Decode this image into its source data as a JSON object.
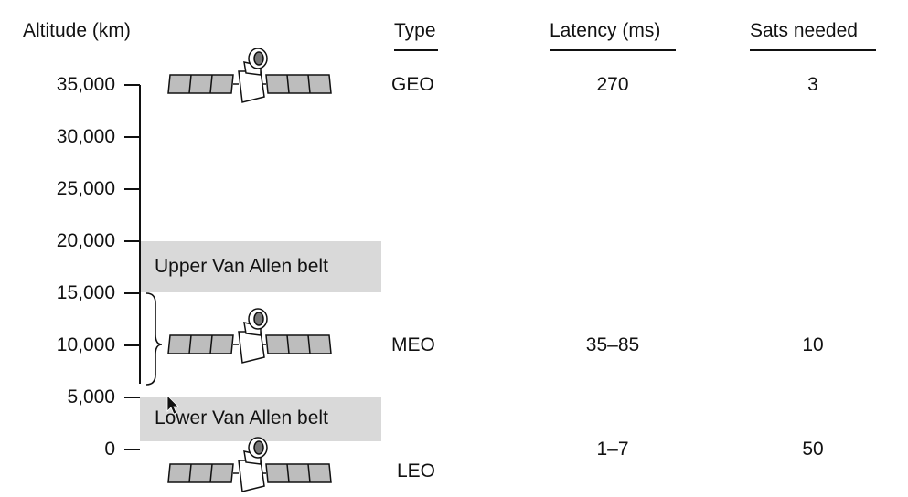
{
  "axis_title": "Altitude (km)",
  "ticks": [
    "35,000",
    "30,000",
    "25,000",
    "20,000",
    "15,000",
    "10,000",
    "5,000",
    "0"
  ],
  "headers": {
    "type": "Type",
    "latency": "Latency (ms)",
    "sats": "Sats needed"
  },
  "belts": {
    "upper": "Upper Van Allen belt",
    "lower": "Lower Van Allen belt"
  },
  "rows": [
    {
      "type": "GEO",
      "latency": "270",
      "sats": "3"
    },
    {
      "type": "MEO",
      "latency": "35–85",
      "sats": "10"
    },
    {
      "type": "LEO",
      "latency": "1–7",
      "sats": "50"
    }
  ],
  "colors": {
    "belt_fill": "#d9d9d9",
    "panel_fill": "#bdbdbd",
    "ink": "#111111"
  },
  "icons": [
    "satellite-icon",
    "mouse-cursor-icon"
  ]
}
